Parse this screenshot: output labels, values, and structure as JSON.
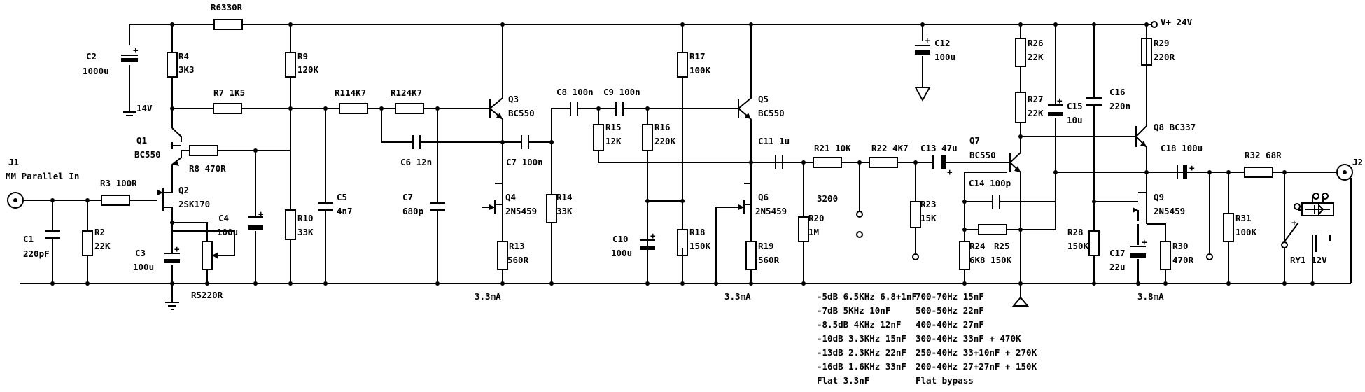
{
  "colors": {
    "wire": "#000000",
    "background": "#ffffff"
  },
  "labels": {
    "R6": "R6330R",
    "R4": "R4",
    "R4v": "3K3",
    "C2": "C2",
    "C2v": "1000u",
    "v14": "14V",
    "R7": "R7 1K5",
    "R9": "R9",
    "R9v": "120K",
    "Q1": "Q1",
    "Q1v": "BC550",
    "R8": "R8 470R",
    "J1": "J1",
    "J1v": "MM Parallel In",
    "R3": "R3 100R",
    "Q2": "Q2",
    "Q2v": "2SK170",
    "C1": "C1",
    "C1v": "220pF",
    "R2": "R2",
    "R2v": "22K",
    "C3": "C3",
    "C3v": "100u",
    "C4": "C4",
    "C4v": "100u",
    "R5": "R5220R",
    "R10": "R10",
    "R10v": "33K",
    "C5": "C5",
    "C5v": "4n7",
    "R11": "R114K7",
    "R12": "R124K7",
    "C6": "C6 12n",
    "C7a": "C7",
    "C7av": "680p",
    "Q3": "Q3",
    "Q3v": "BC550",
    "C7b": "C7  100n",
    "Q4": "Q4",
    "Q4v": "2N5459",
    "R13": "R13",
    "R13v": "560R",
    "R14": "R14",
    "R14v": "33K",
    "I1": "3.3mA",
    "C8": "C8 100n",
    "C9": "C9 100n",
    "R15": "R15",
    "R15v": "12K",
    "R16": "R16",
    "R16v": "220K",
    "R17": "R17",
    "R17v": "100K",
    "C10": "C10",
    "C10v": "100u",
    "R18": "R18",
    "R18v": "150K",
    "Q5": "Q5",
    "Q5v": "BC550",
    "C11": "C11  1u",
    "Q6": "Q6",
    "Q6v": "2N5459",
    "R19": "R19",
    "R19v": "560R",
    "I2": "3.3mA",
    "R21": "R21  10K",
    "R20": "R20",
    "R20v": "1M",
    "v3200": "3200",
    "R22": "R22  4K7",
    "C13": "C13  47u",
    "R23": "R23",
    "R23v": "15K",
    "C12": "C12",
    "C12v": "100u",
    "Q7": "Q7",
    "Q7v": "BC550",
    "C14": "C14 100p",
    "R24": "R24",
    "R24v": "6K8 150K",
    "R25": "R25",
    "R26": "R26",
    "R26v": "22K",
    "R27": "R27",
    "R27v": "22K",
    "C15": "C15",
    "C15v": "10u",
    "C16": "C16",
    "C16v": "220n",
    "R29": "R29",
    "R29v": "220R",
    "Q8": "Q8 BC337",
    "C18": "C18  100u",
    "R32": "R32  68R",
    "Q9": "Q9",
    "Q9v": "2N5459",
    "R28": "R28",
    "R28v": "150K",
    "C17": "C17",
    "C17v": "22u",
    "R30": "R30",
    "R30v": "470R",
    "R31": "R31",
    "R31v": "100K",
    "RY1": "RY1 12V",
    "J2": "J2",
    "I3": "3.8mA",
    "Vplus": "V+ 24V"
  },
  "table_left": [
    "-5dB 6.5KHz 6.8+1nF",
    "-7dB 5KHz 10nF",
    "-8.5dB 4KHz 12nF",
    "-10dB 3.3KHz 15nF",
    "-13dB 2.3KHz 22nF",
    "-16dB 1.6KHz 33nF",
    "Flat 3.3nF"
  ],
  "table_right": [
    "700-70Hz 15nF",
    "500-50Hz 22nF",
    "400-40Hz 27nF",
    "300-40Hz 33nF + 470K",
    "250-40Hz 33+10nF + 270K",
    "200-40Hz 27+27nF + 150K",
    "Flat bypass"
  ]
}
